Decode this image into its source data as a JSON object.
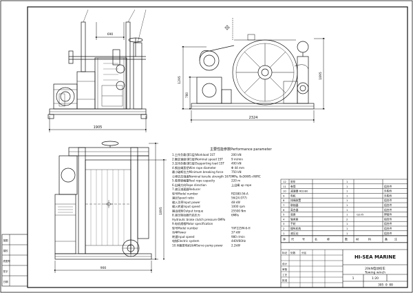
{
  "dimensions": {
    "top_view_width": "1905",
    "top_view_upper_width": "690",
    "side_view_height": "1295",
    "side_view_height2": "1895",
    "side_view_height3": "780",
    "side_view_width": "2324",
    "front_view_height": "1895",
    "front_view_width": "900"
  },
  "performance": {
    "title": "主要性能参数Performance parameter",
    "rows": [
      {
        "label": "1.工作负载(第1层)Workload 1ST",
        "value": "200 kN"
      },
      {
        "label": "2.额定速度(第1层)Nominal speed 1ST",
        "value": "9 m/min"
      },
      {
        "label": "3.支持负载(第1层)Supporting load 1ST",
        "value": "400 kN"
      },
      {
        "label": "4.钢丝绳直径Wire rope diameter",
        "value": "Φ 44 mm"
      },
      {
        "label": "   最小破断拉力Minimum breaking force",
        "value": "750 kN"
      },
      {
        "label": "   公称抗拉强度Nominal tensile strength 1670MPa, 6x36WS+IWRC",
        "value": ""
      },
      {
        "label": "5.卷筒容绳量Reel rope capacity",
        "value": "220 m"
      },
      {
        "label": "6.出绳方向Rope direction",
        "value": "上出绳 up rope"
      },
      {
        "label": "7.液压减速器Reducer",
        "value": ""
      },
      {
        "label": "   型号Model number",
        "value": "RD380-56-A"
      },
      {
        "label": "   速比Speed ratio",
        "value": "56(24.077)"
      },
      {
        "label": "   输入功率Input power",
        "value": "48 kW"
      },
      {
        "label": "   输入转速Input speed",
        "value": "1000 rpm"
      },
      {
        "label": "   输出扭矩Output torque",
        "value": "25500 Nm"
      },
      {
        "label": "8.液压制动器开启压力",
        "value": "6MPa"
      },
      {
        "label": "   Hydraulic brake clutch pressure 6MPa",
        "value": ""
      },
      {
        "label": "9.电机规格Motor specification",
        "value": ""
      },
      {
        "label": "   型号Model number",
        "value": "YVF225M-6-H"
      },
      {
        "label": "   功率Power",
        "value": "37 kW"
      },
      {
        "label": "   转速Input speed",
        "value": "980 r/min"
      },
      {
        "label": "   电制Electric system",
        "value": "440V60Hz"
      },
      {
        "label": "10.伺服泵电机功率Servo pump power",
        "value": "2.2kW"
      }
    ]
  },
  "parts_table": {
    "header_labels": [
      "序",
      "代",
      "号",
      "名",
      "称",
      "数",
      "材",
      "料",
      "备",
      "注"
    ],
    "rows": [
      [
        "12",
        "",
        "刹车",
        "",
        "",
        "1",
        "",
        "",
        "",
        ""
      ],
      [
        "11",
        "",
        "卷筒",
        "",
        "",
        "1",
        "",
        "",
        "",
        "组合件"
      ],
      [
        "10",
        "",
        "减速器 RD380",
        "",
        "",
        "1",
        "",
        "",
        "",
        "外购件"
      ],
      [
        "9",
        "",
        "电机",
        "",
        "",
        "1",
        "",
        "",
        "",
        "外购件"
      ],
      [
        "8",
        "",
        "排绳装置",
        "",
        "",
        "1",
        "",
        "",
        "",
        "组合件"
      ],
      [
        "7",
        "",
        "联轴器",
        "",
        "",
        "1",
        "",
        "",
        "",
        "组合件"
      ],
      [
        "6",
        "",
        "离合器",
        "",
        "",
        "1",
        "",
        "",
        "",
        "组合件"
      ],
      [
        "5",
        "",
        "底座",
        "",
        "",
        "1",
        "",
        "Q235",
        "",
        "焊接件"
      ],
      [
        "4",
        "",
        "轴承座",
        "",
        "",
        "2",
        "",
        "",
        "",
        "组合件"
      ],
      [
        "3",
        "",
        "手轮",
        "",
        "",
        "1",
        "",
        "",
        "",
        "组合件"
      ],
      [
        "2",
        "",
        "操纵机构",
        "",
        "",
        "1",
        "",
        "",
        "",
        "组合件"
      ],
      [
        "1",
        "",
        "液压站",
        "",
        "",
        "1",
        "",
        "",
        "",
        "组合件"
      ]
    ]
  },
  "title_block": {
    "company": "HI-SEA MARINE",
    "drawing_title_cn": "20kN电动绞车",
    "drawing_title_en": "Towing winch",
    "sheet": "1",
    "scale": "1:20",
    "drawing_no": "305 0 00",
    "row_labels": [
      "标记",
      "处数",
      "分区",
      "设计",
      "审核",
      "工艺",
      "批准"
    ]
  },
  "margin_block": {
    "labels": [
      "描图",
      "描校",
      "底图号",
      "签字",
      "日期"
    ]
  }
}
